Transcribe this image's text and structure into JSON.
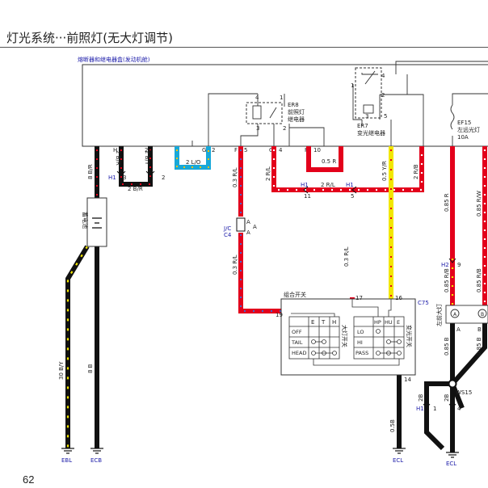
{
  "page": {
    "title": "灯光系统···前照灯(无大灯调节)",
    "page_number": "62"
  },
  "box": {
    "label": "熔断器和继电器盒(发动机舱)"
  },
  "relays": {
    "er8": {
      "id": "ER8",
      "name_line1": "前照灯",
      "name_line2": "继电器",
      "pins": [
        "4",
        "1",
        "3",
        "2"
      ]
    },
    "er7": {
      "id": "ER7",
      "name": "变光继电器",
      "pins": [
        "4",
        "1",
        "2",
        "3",
        "5"
      ]
    }
  },
  "fuse": {
    "id": "EF15",
    "name": "左远光灯",
    "rating": "10A"
  },
  "terminals": {
    "t1": "2",
    "t1_conn": "H",
    "t2": "2",
    "t2_conn": "G",
    "t3": "5",
    "t3_conn": "F",
    "t4": "4",
    "t4_conn": "G",
    "t5": "10",
    "t5_conn": "F"
  },
  "wires": {
    "w_2BR_left": "2 B/R",
    "w_2BY": "2 B/Y",
    "w_2BR_h": "2 B/R",
    "w_2LO": "2 L/O",
    "w_8BR": "8 B/R",
    "w_03RL_top": "0.3 R/L",
    "w_2RL_v": "2 R/L",
    "w_05R": "0.5 R",
    "w_2RL_h": "2 R/L",
    "w_05YR": "0.5 Y/R",
    "w_2RB": "2 R/B",
    "w_03RL_mid": "0.3 R/L",
    "w_03RL_right": "0.3 R/L",
    "w_085R": "0.85 R",
    "w_085RW": "0.85 R/W",
    "w_085RB_a": "0.85 R/B",
    "w_085RB_b": "0.85 R/B",
    "w_085B_a": "0.85 B",
    "w_085B_b": "0.85 B",
    "w_30BY": "30 B/Y",
    "w_8B": "8 B",
    "w_05B": "0.5B",
    "w_2B_a": "2B",
    "w_2B_b": "2B"
  },
  "connectors": {
    "h1_left": "H1",
    "h1_left_p1": "3",
    "h1_left_p2": "2",
    "h1_mid_a": "H1",
    "h1_mid_a_pin": "11",
    "h1_mid_b": "H1",
    "h1_mid_b_pin": "5",
    "c4_a": "J/C",
    "c4_b": "C4",
    "c4_pins": [
      "A",
      "A",
      "A"
    ],
    "h2": "H2",
    "h2_pin": "9",
    "h1_bottom": "H1",
    "h1_bottom_p1": "1",
    "h1_bottom_p2": "4",
    "ws15": "WS15",
    "c75": "C75",
    "c75_pins": [
      "19",
      "17",
      "16",
      "14"
    ],
    "lamp_label": "左前大灯",
    "lamp_pins": [
      "A",
      "B",
      "A",
      "B"
    ]
  },
  "battery": {
    "label": "蓄电池"
  },
  "switch": {
    "label": "组合开关",
    "light_switch_name": "大灯开关",
    "dimmer_name": "变光开关",
    "light_cols": [
      "E",
      "T",
      "H"
    ],
    "light_rows": [
      "OFF",
      "TAIL",
      "HEAD"
    ],
    "dimmer_cols": [
      "HP",
      "HU",
      "E"
    ],
    "dimmer_rows": [
      "LO",
      "HI",
      "PASS"
    ]
  },
  "grounds": [
    "EBL",
    "ECB",
    "ECL",
    "ECL"
  ],
  "colors": {
    "red": "#e3001b",
    "black": "#111111",
    "yellow": "#f2e600",
    "cyan": "#18a8d8",
    "blue_dot": "#4a66c8",
    "white_dot": "#ffffff",
    "label_blue": "#1a1aa8"
  }
}
